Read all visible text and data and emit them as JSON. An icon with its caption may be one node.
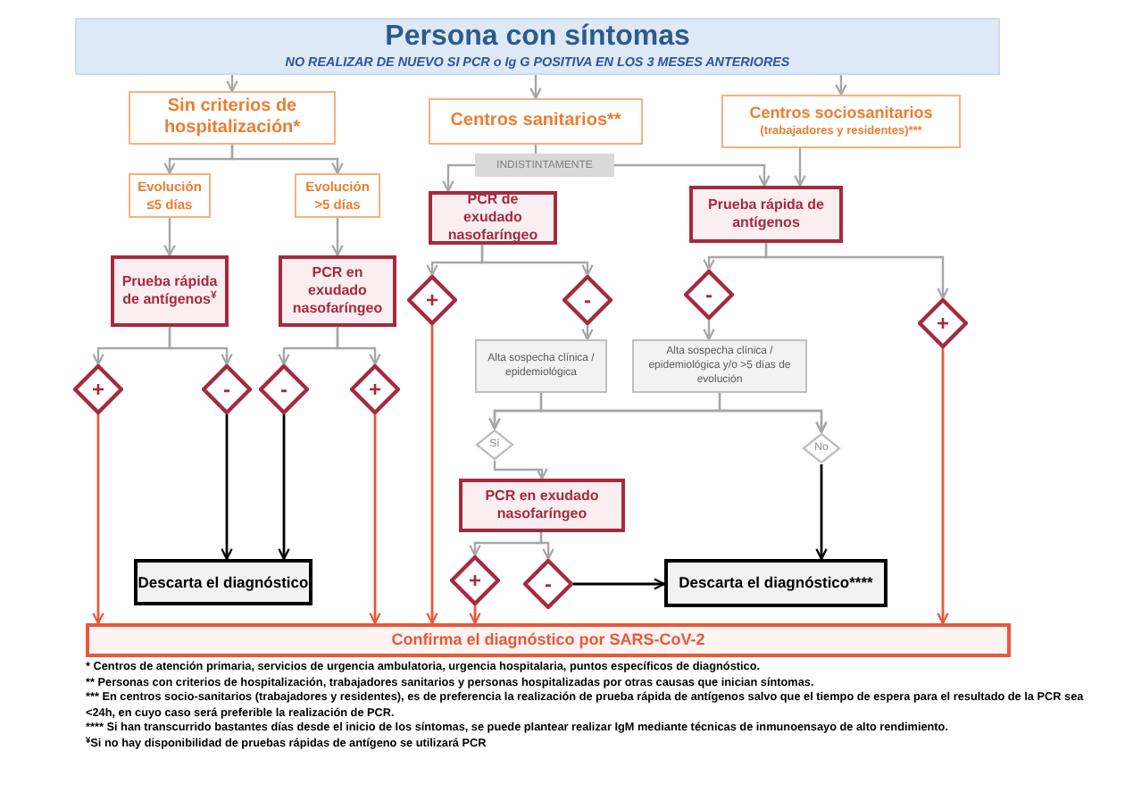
{
  "diagram": {
    "nodes": [
      {
        "text": [
          "Persona con síntomas",
          "NO REALIZAR DE NUEVO SI PCR o Ig G POSITIVA EN LOS 3 MESES ANTERIORES"
        ]
      },
      {
        "text": [
          "Sin criterios de hospitalización*"
        ]
      },
      {
        "text": [
          "Centros sanitarios**"
        ]
      },
      {
        "text": [
          "Centros sociosanitarios",
          "(trabajadores y residentes)***"
        ]
      },
      {
        "text": [
          "Evolución ≤5 días"
        ]
      },
      {
        "text": [
          "Evolución >5 días"
        ]
      },
      {
        "text": [
          "INDISTINTAMENTE"
        ]
      },
      {
        "text": [
          "PCR de exudado nasofaríngeo"
        ]
      },
      {
        "text": [
          "Prueba rápida de antígenos"
        ]
      },
      {
        "text": [
          "Prueba rápida de antígenos$^{¥}$"
        ]
      },
      {
        "text": [
          "PCR en exudado nasofaríngeo"
        ]
      },
      {
        "text": [
          "+"
        ]
      },
      {
        "text": [
          "-"
        ]
      },
      {
        "text": [
          "-"
        ]
      },
      {
        "text": [
          "+"
        ]
      },
      {
        "text": [
          "+"
        ]
      },
      {
        "text": [
          "-"
        ]
      },
      {
        "text": [
          "-"
        ]
      },
      {
        "text": [
          "+"
        ]
      },
      {
        "text": [
          "Alta sospecha clínica / epidemiológica"
        ]
      },
      {
        "text": [
          "Alta sospecha clínica / epidemiológica y/o >5 días de evolución"
        ]
      },
      {
        "text": [
          "Sí"
        ]
      },
      {
        "text": [
          "No"
        ]
      },
      {
        "text": [
          "PCR en exudado nasofaríngeo"
        ]
      },
      {
        "text": [
          "+"
        ]
      },
      {
        "text": [
          "-"
        ]
      },
      {
        "text": [
          "Descarta el diagnóstico"
        ]
      },
      {
        "text": [
          "Descarta el diagnóstico****"
        ]
      },
      {
        "text": [
          "Confirma el diagnóstico por SARS-CoV-2"
        ]
      }
    ],
    "edges": [
      {
        "from": 0,
        "to": 1,
        "arrow": "to"
      },
      {
        "from": 0,
        "to": 2,
        "arrow": "to"
      },
      {
        "from": 0,
        "to": 3,
        "arrow": "to"
      },
      {
        "from": 1,
        "to": 4,
        "arrow": "to"
      },
      {
        "from": 1,
        "to": 5,
        "arrow": "to"
      },
      {
        "from": 2,
        "to": 6,
        "arrow": "none"
      },
      {
        "from": 6,
        "to": 7,
        "arrow": "to"
      },
      {
        "from": 6,
        "to": 8,
        "arrow": "to"
      },
      {
        "from": 3,
        "to": 8,
        "arrow": "to"
      },
      {
        "from": 4,
        "to": 9,
        "arrow": "to"
      },
      {
        "from": 5,
        "to": 10,
        "arrow": "to"
      },
      {
        "from": 9,
        "to": 11,
        "arrow": "to"
      },
      {
        "from": 9,
        "to": 12,
        "arrow": "to"
      },
      {
        "from": 10,
        "to": 13,
        "arrow": "to"
      },
      {
        "from": 10,
        "to": 14,
        "arrow": "to"
      },
      {
        "from": 7,
        "to": 15,
        "arrow": "to"
      },
      {
        "from": 7,
        "to": 16,
        "arrow": "to"
      },
      {
        "from": 8,
        "to": 17,
        "arrow": "to"
      },
      {
        "from": 8,
        "to": 18,
        "arrow": "to"
      },
      {
        "from": 16,
        "to": 19,
        "arrow": "to"
      },
      {
        "from": 17,
        "to": 20,
        "arrow": "to"
      },
      {
        "from": 19,
        "to": 21,
        "arrow": "to"
      },
      {
        "from": 19,
        "to": 22,
        "arrow": "to"
      },
      {
        "from": 20,
        "to": 21,
        "arrow": "to"
      },
      {
        "from": 20,
        "to": 22,
        "arrow": "to"
      },
      {
        "from": 21,
        "to": 23,
        "arrow": "to"
      },
      {
        "from": 23,
        "to": 24,
        "arrow": "to"
      },
      {
        "from": 23,
        "to": 25,
        "arrow": "to"
      },
      {
        "from": 12,
        "to": 26,
        "arrow": "to",
        "color": "#000000"
      },
      {
        "from": 13,
        "to": 26,
        "arrow": "to",
        "color": "#000000"
      },
      {
        "from": 22,
        "to": 27,
        "arrow": "to",
        "color": "#000000"
      },
      {
        "from": 25,
        "to": 27,
        "arrow": "to",
        "color": "#000000"
      },
      {
        "from": 11,
        "to": 28,
        "arrow": "to",
        "color": "#e8583a"
      },
      {
        "from": 14,
        "to": 28,
        "arrow": "to",
        "color": "#e8583a"
      },
      {
        "from": 15,
        "to": 28,
        "arrow": "to",
        "color": "#e8583a"
      },
      {
        "from": 24,
        "to": 28,
        "arrow": "to",
        "color": "#e8583a"
      },
      {
        "from": 18,
        "to": 28,
        "arrow": "to",
        "color": "#e8583a"
      }
    ],
    "labels": [
      "* Centros de atención primaria, servicios de urgencia ambulatoria, urgencia hospitalaria, puntos específicos de diagnóstico.",
      "** Personas con criterios de hospitalización, trabajadores sanitarios y personas hospitalizadas por otras causas que inician síntomas.",
      "*** En centros socio-sanitarios (trabajadores y residentes), es de preferencia la realización de prueba rápida de antígenos salvo que el tiempo de espera para el resultado de la PCR sea <24h, en cuyo caso será preferible la realización de PCR.",
      "**** Si han transcurrido bastantes días desde el inicio de los síntomas, se puede plantear realizar IgM mediante técnicas de inmunoensayo de alto rendimiento.",
      "$^{¥}$Si no hay disponibilidad de pruebas rápidas de antígeno se utilizará PCR"
    ]
  }
}
